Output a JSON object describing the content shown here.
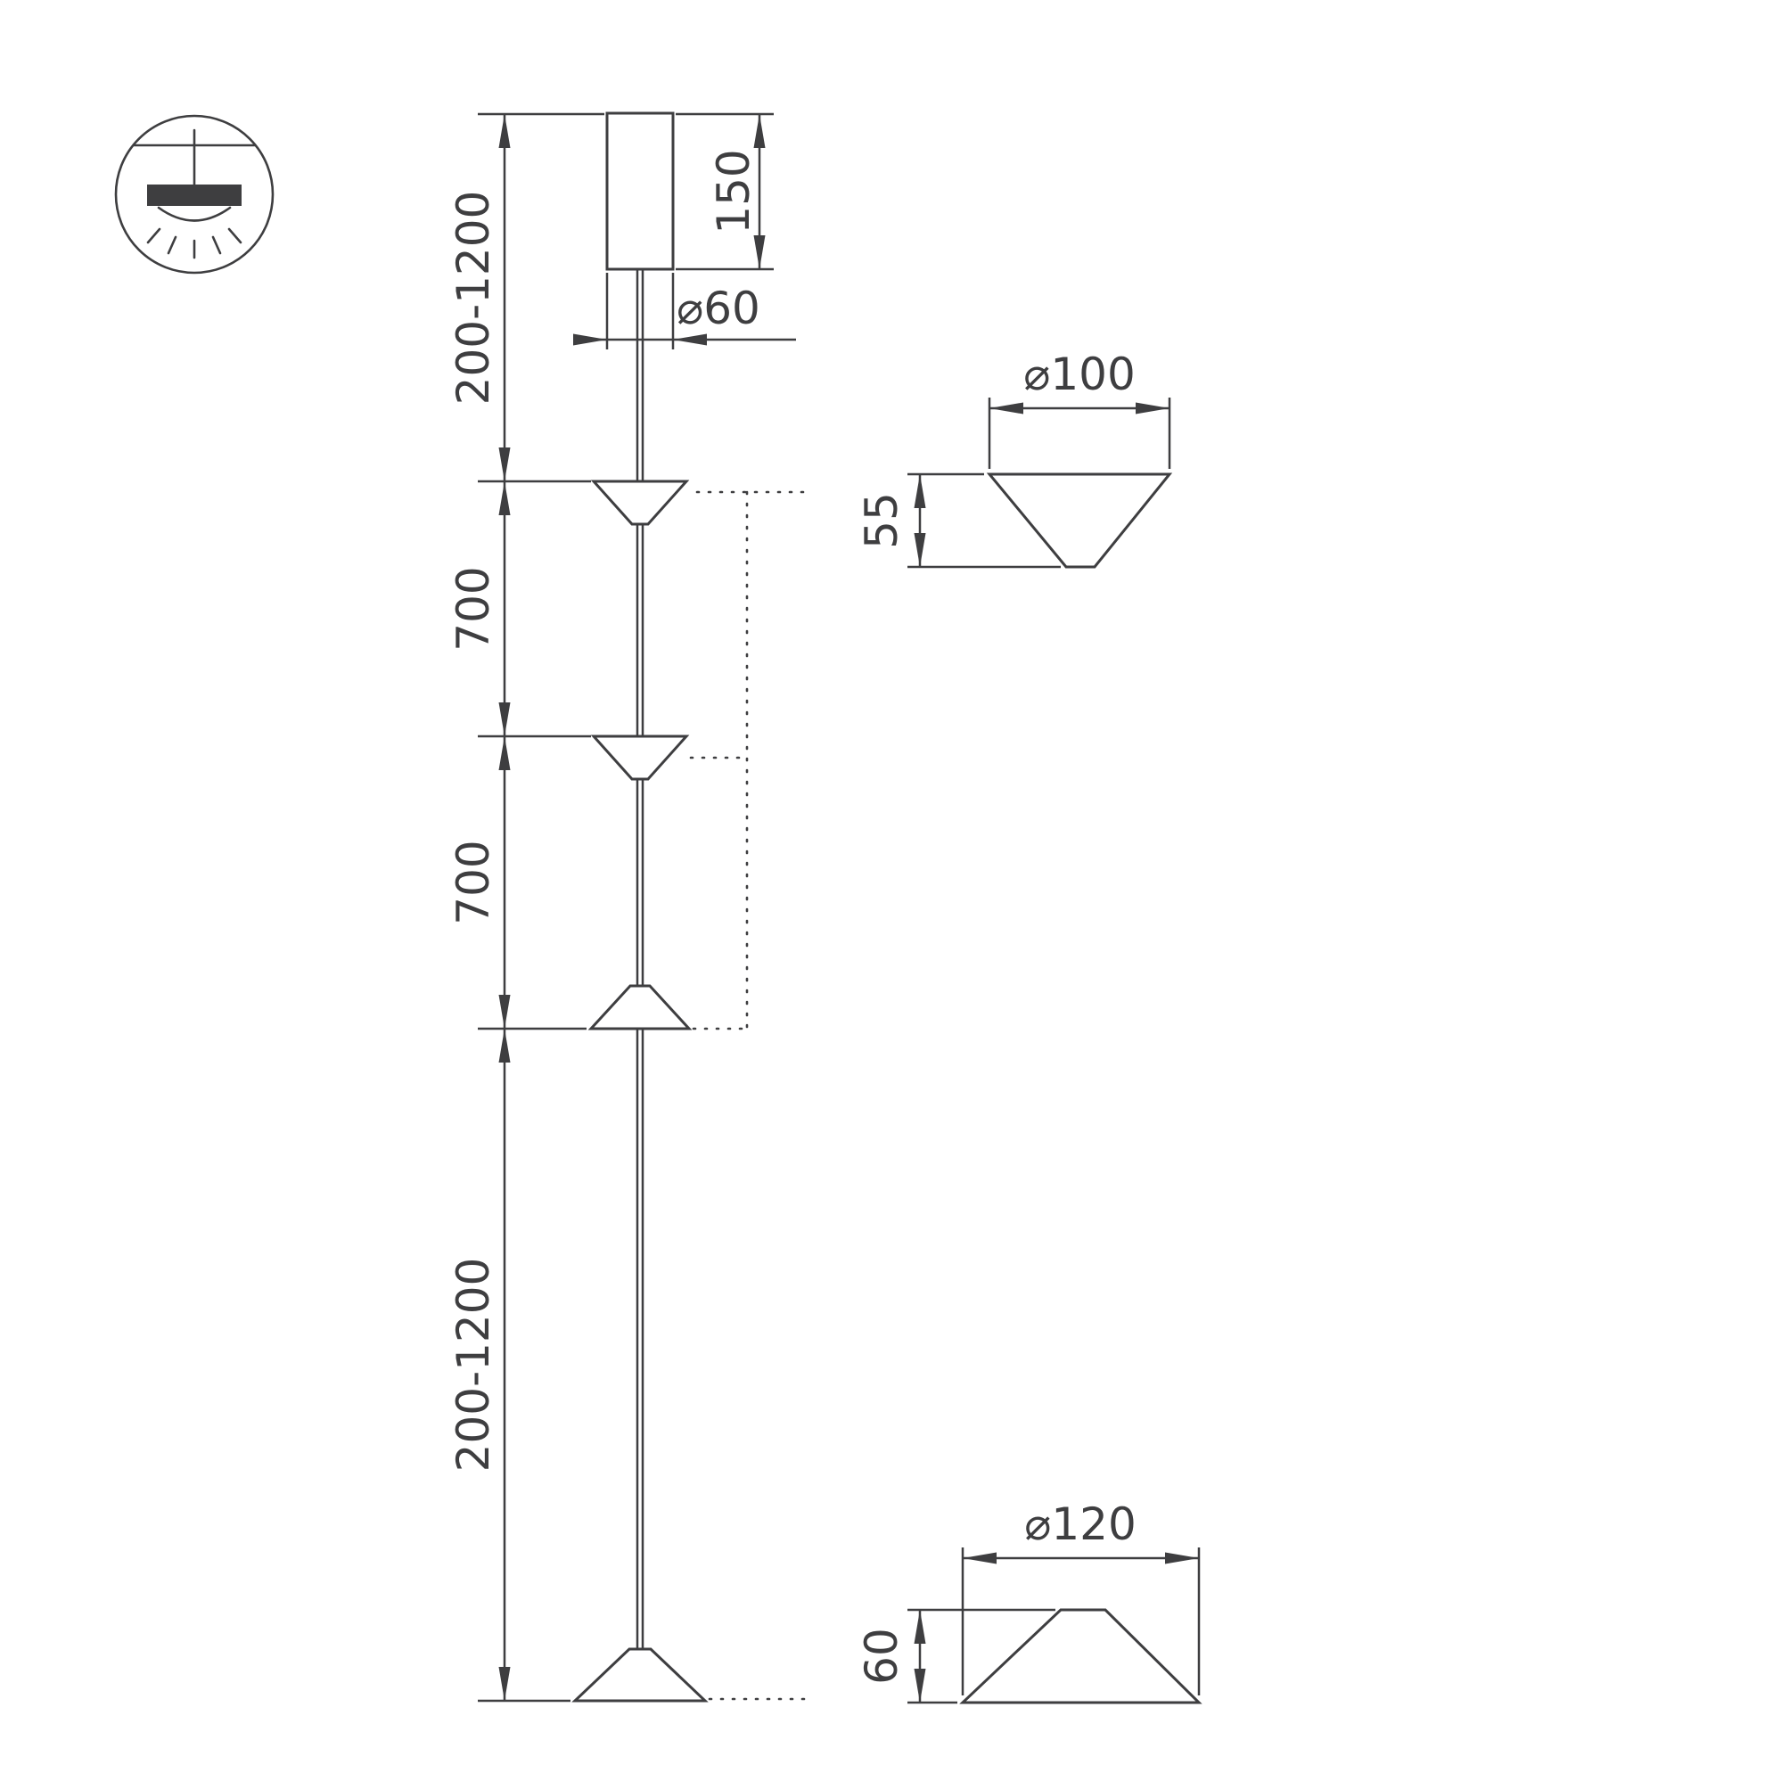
{
  "drawing": {
    "line_color": "#3e3e40",
    "background": "#ffffff",
    "badge": {
      "icon": "ceiling-pendant-lamp-icon"
    },
    "main_view": {
      "dims": {
        "suspension_top": "200-1200",
        "canopy_height": "150",
        "canopy_diameter": "⌀60",
        "cone_spacing_1": "700",
        "cone_spacing_2": "700",
        "suspension_bottom": "200-1200"
      }
    },
    "detail_cone_small": {
      "diameter": "⌀100",
      "height": "55"
    },
    "detail_cone_large": {
      "diameter": "⌀120",
      "height": "60"
    }
  }
}
